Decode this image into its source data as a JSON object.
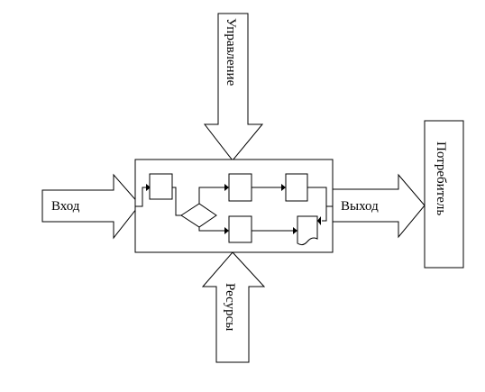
{
  "diagram": {
    "input_label": "Вход",
    "output_label": "Выход",
    "control_label": "Управление",
    "resources_label": "Ресурсы",
    "consumer_label": "Потребитель"
  }
}
